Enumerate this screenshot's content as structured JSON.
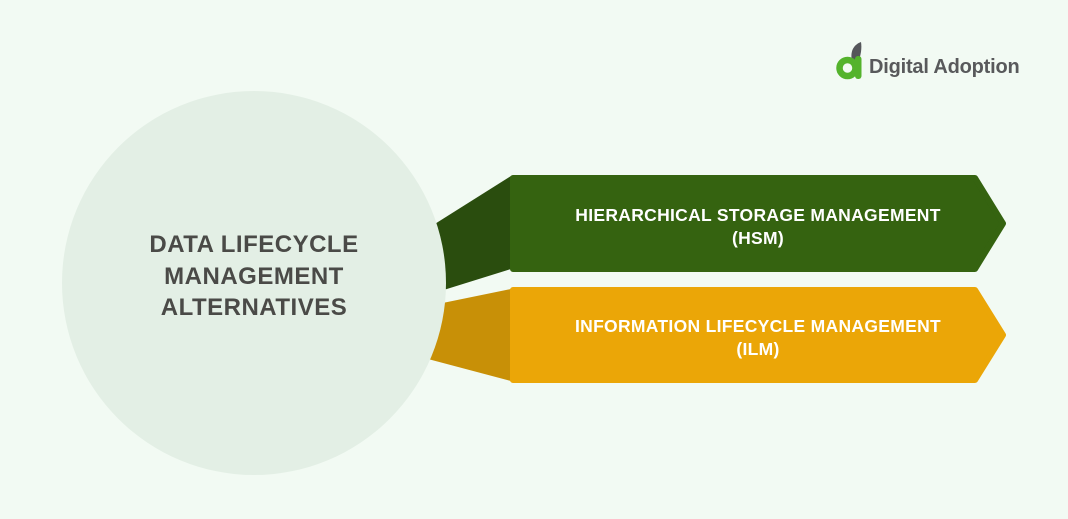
{
  "page": {
    "background_color": "#f2faf3"
  },
  "logo": {
    "text": "Digital Adoption",
    "text_color": "#58595b",
    "icon_color": "#54b32c",
    "leaf_color": "#55565a"
  },
  "hub": {
    "title_line1": "DATA LIFECYCLE",
    "title_line2": "MANAGEMENT",
    "title_line3": "ALTERNATIVES",
    "circle_color": "#e3efe5",
    "text_color": "#4a4a47"
  },
  "branches": [
    {
      "id": "hsm",
      "line1": "HIERARCHICAL STORAGE MANAGEMENT",
      "line2": "(HSM)",
      "color": "#356310",
      "fold_color": "#2a4d0e",
      "text_color": "#ffffff"
    },
    {
      "id": "ilm",
      "line1": "INFORMATION LIFECYCLE MANAGEMENT",
      "line2": "(ILM)",
      "color": "#eba607",
      "fold_color": "#c89007",
      "text_color": "#ffffff"
    }
  ]
}
